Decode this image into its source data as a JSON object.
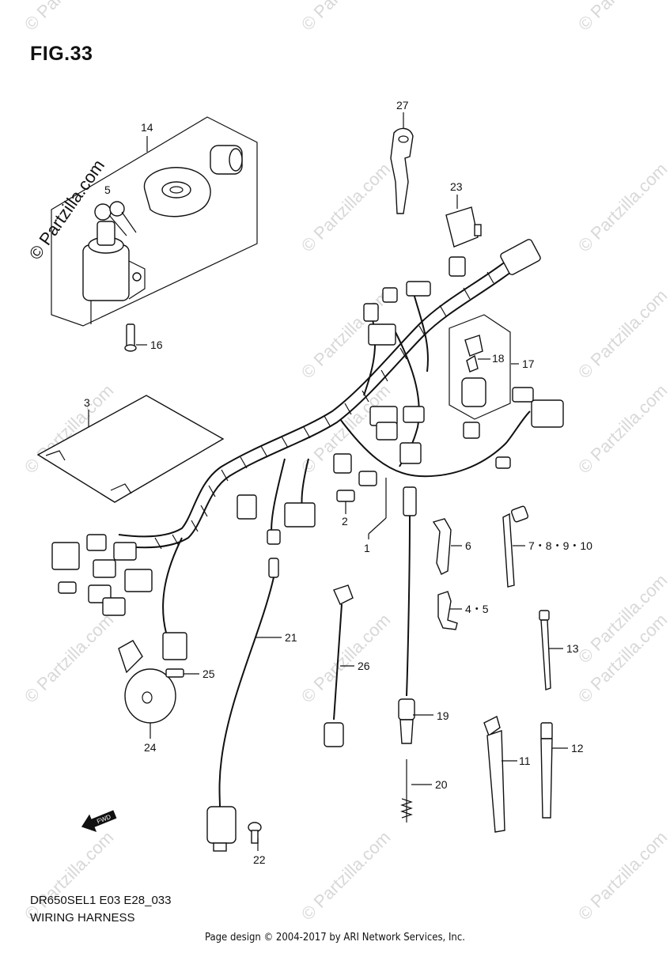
{
  "figure": {
    "title": "FIG.33",
    "model_code": "DR650SEL1 E03 E28_033",
    "caption": "WIRING HARNESS",
    "footer": "Page design © 2004-2017 by ARI Network Services, Inc.",
    "brand_stamp": "© Partzilla.com",
    "watermark_text": "© Partzilla.com"
  },
  "callouts": {
    "c1": "1",
    "c2": "2",
    "c3": "3",
    "c4_5": "4・5",
    "c5": "5",
    "c6": "6",
    "c7_10": "7・8・9・10",
    "c11": "11",
    "c12": "12",
    "c13": "13",
    "c14": "14",
    "c16": "16",
    "c17": "17",
    "c18": "18",
    "c19": "19",
    "c20": "20",
    "c21": "21",
    "c22": "22",
    "c23": "23",
    "c24": "24",
    "c25": "25",
    "c26": "26",
    "c27": "27"
  },
  "fwd_label": "FWD"
}
